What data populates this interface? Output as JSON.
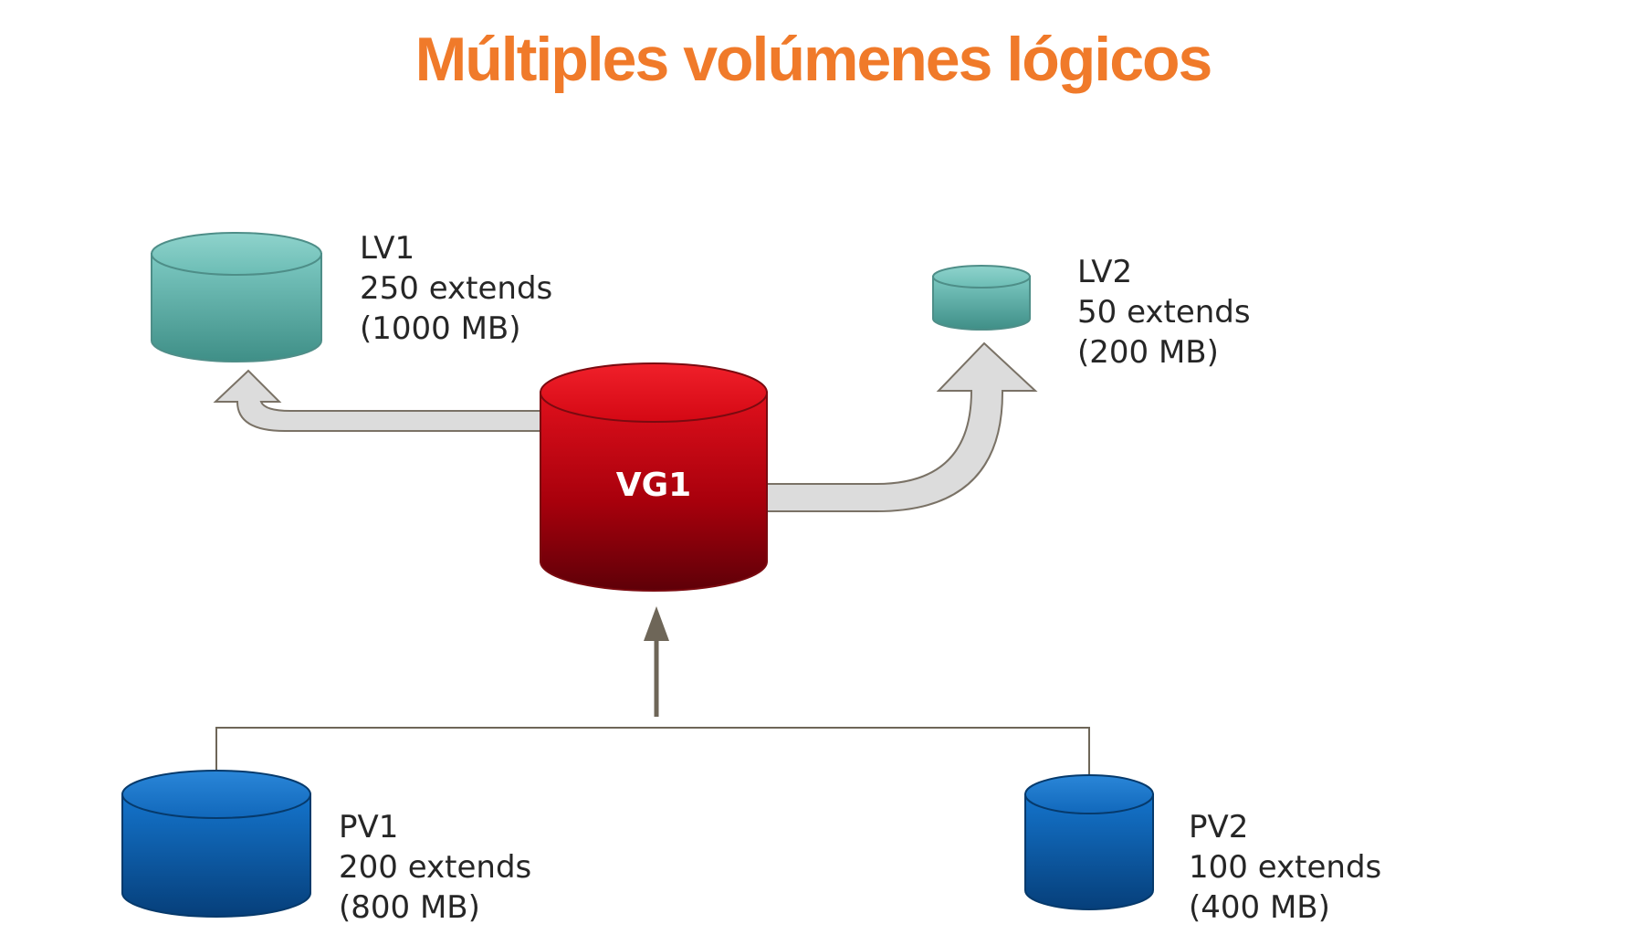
{
  "title": "Múltiples volúmenes lógicos",
  "colors": {
    "title": "#f07a2a",
    "logical_volume": "#5fb3ac",
    "volume_group": "#c8000f",
    "physical_volume": "#0a5aa8",
    "arrow_fill": "#dcdcdc",
    "arrow_outline": "#7a7266",
    "connector": "#6e6658"
  },
  "volume_group": {
    "name": "VG1"
  },
  "logical_volumes": [
    {
      "name": "LV1",
      "extends": "250 extends",
      "size": "(1000 MB)"
    },
    {
      "name": "LV2",
      "extends": "50 extends",
      "size": "(200 MB)"
    }
  ],
  "physical_volumes": [
    {
      "name": "PV1",
      "extends": "200 extends",
      "size": "(800 MB)"
    },
    {
      "name": "PV2",
      "extends": "100 extends",
      "size": "(400 MB)"
    }
  ]
}
